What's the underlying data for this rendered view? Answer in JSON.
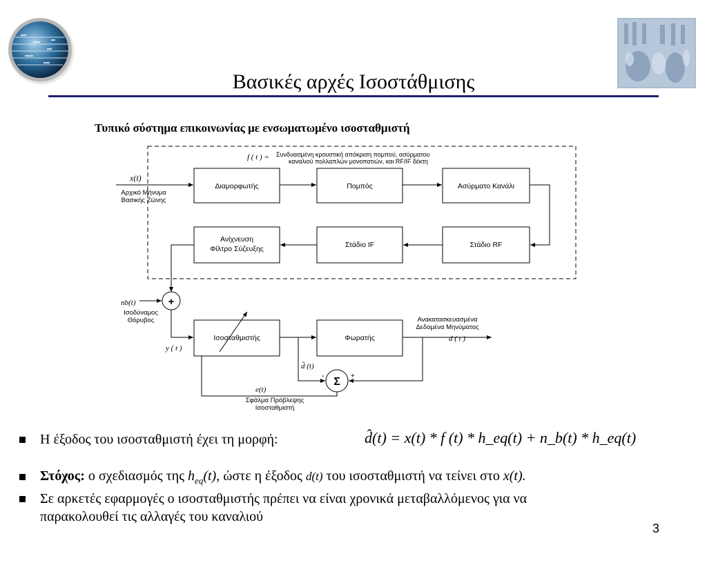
{
  "slide": {
    "title": "Βασικές αρχές Ισοστάθμισης",
    "subtitle": "Τυπικό σύστημα επικοινωνίας με ενσωματωμένο ισοσταθμιστή",
    "page_number": "3"
  },
  "diagram": {
    "blocks": {
      "modulation": "Διαμορφωτής",
      "transmitter": "Πομπός",
      "wireless_channel": "Ασύρματο Κανάλι",
      "rf_stage": "Στάδιο RF",
      "if_stage": "Στάδιο IF",
      "detection_line1": "Ανίχνευση",
      "detection_line2": "Φίλτρο Σύζευξης",
      "equalizer": "Ισοσταθμιστής",
      "decision": "Φωρατής"
    },
    "labels": {
      "f_symbol": "f ( t ) =",
      "f_desc_line1": "Συνδυασμένη κρουστική απόκριση πομπού, ασύρματου",
      "f_desc_line2": "καναλιού πολλαπλών μονοπατιών, και RF/IF δέκτη",
      "x_symbol": "x(t)",
      "input_line1": "Αρχικό Μήνυμα",
      "input_line2": "Βασικής Ζώνης",
      "nb_symbol": "nb(t)",
      "noise_line1": "Ισοδύναμος",
      "noise_line2": "Θόρυβος",
      "y_symbol": "y ( t )",
      "output_line1": "Ανακατασκευασμένα",
      "output_line2": "Δεδομένα Μηνύματος",
      "dout_symbol": "d ( t )",
      "dhat_symbol": "d̂ (t)",
      "e_symbol": "e(t)",
      "error_line1": "Σφάλμα Πρόβλεψης",
      "error_line2": "Ισοσταθμιστή",
      "plus_symbol": "+",
      "sigma_symbol": "Σ",
      "minus_sign": "-",
      "plus_sign": "+"
    }
  },
  "bullets": {
    "b1_text": "Η έξοδος του ισοσταθμιστή έχει τη μορφή:",
    "b1_equation": "d̂(t) = x(t) * f (t) * h_eq(t) + n_b(t) * h_eq(t)",
    "b2_label": "Στόχος:",
    "b2_text_a": "ο σχεδιασμός της",
    "b2_h": "h",
    "b2_eq": "eq",
    "b2_t": "(t),",
    "b2_text_b": "ώστε η έξοδος",
    "b2_dt": "d(t)",
    "b2_text_c": "του ισοσταθμιστή να τείνει στο",
    "b2_xt": "x(t).",
    "b3_line1": "Σε αρκετές εφαρμογές ο ισοσταθμιστής πρέπει να είναι χρονικά μεταβαλλόμενος για να",
    "b3_line2": "παρακολουθεί τις αλλαγές του καναλιού"
  },
  "colors": {
    "title_rule": "#1f1f6b",
    "globe_dark": "#0d2f4f",
    "globe_light": "#6fa3c9",
    "relief": "#a9bcd1"
  },
  "icons": {
    "logo": "globe-logo-icon",
    "relief": "stone-relief-image",
    "bullet": "square-bullet-icon"
  }
}
